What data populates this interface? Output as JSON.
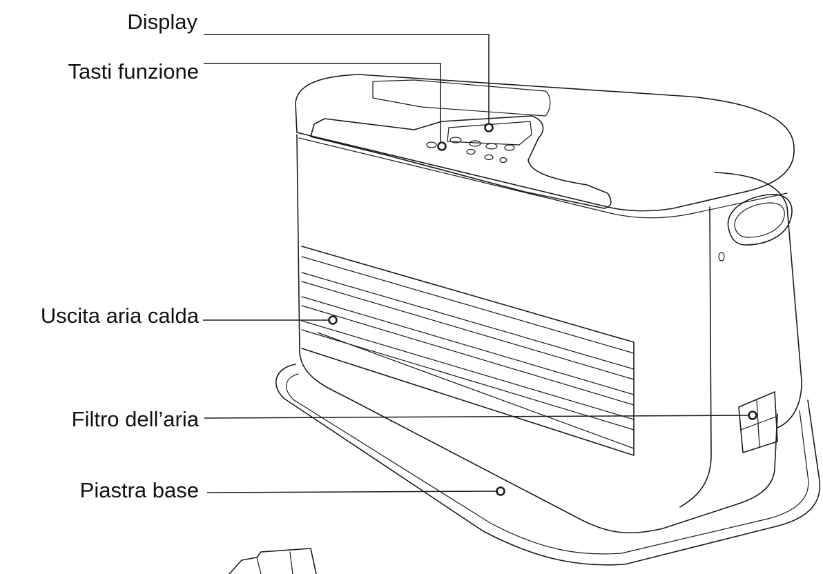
{
  "labels": {
    "display": "Display",
    "tasti_funzione": "Tasti funzione",
    "uscita_aria_calda": "Uscita aria calda",
    "filtro_aria": "Filtro dell’aria",
    "piastra_base": "Piastra base"
  },
  "colors": {
    "ink": "#1a1a1a",
    "background": "#ffffff"
  }
}
